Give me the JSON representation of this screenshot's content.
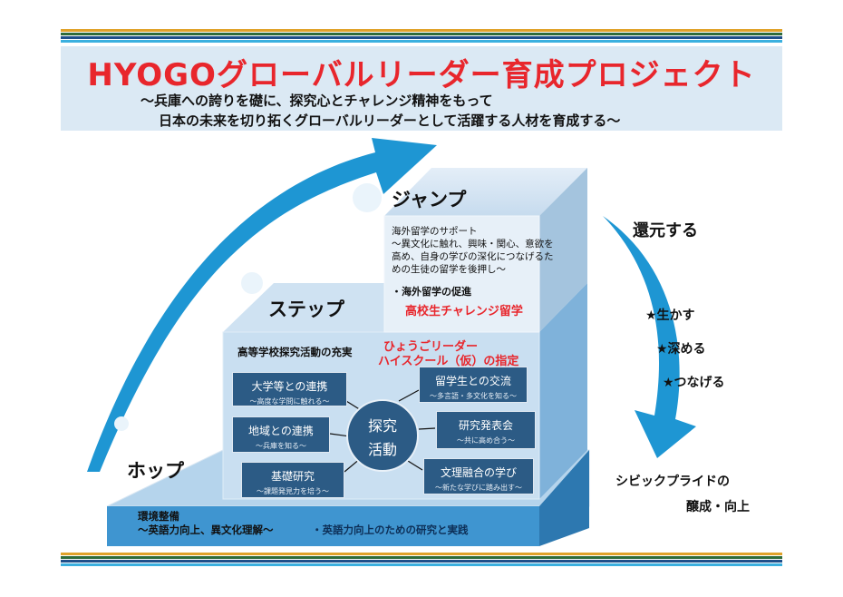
{
  "header": {
    "title": "HYOGOグローバルリーダー育成プロジェクト",
    "subtitle_line1": "～兵庫への誇りを礎に、探究心とチャレンジ精神をもって",
    "subtitle_line2": "日本の未来を切り拓くグローバルリーダーとして活躍する人材を育成する～"
  },
  "colors": {
    "stripes": [
      "#e0a22a",
      "#2e6b3a",
      "#1f4f8a",
      "#3bb0df"
    ],
    "title_red": "#e8262c",
    "box_navy": "#2c5b85",
    "arrow_blue": "#1e96d3"
  },
  "stages": {
    "hop": {
      "label": "ホップ",
      "text1": "環境整備",
      "text2": "～英語力向上、異文化理解～",
      "text3": "・英語力向上のための研究と実践"
    },
    "step": {
      "label": "ステップ",
      "heading": "高等学校探究活動の充実",
      "highlight1": "ひょうごリーダー",
      "highlight2": "ハイスクール（仮）の指定"
    },
    "jump": {
      "label": "ジャンプ",
      "lines": [
        "海外留学のサポート",
        "～異文化に触れ、興味・関心、意欲を",
        "高め、自身の学びの深化につなげるた",
        "めの生徒の留学を後押し～"
      ],
      "bullet": "・海外留学の促進",
      "highlight": "高校生チャレンジ留学"
    }
  },
  "center": {
    "line1": "探究",
    "line2": "活動"
  },
  "boxes": [
    {
      "title": "大学等との連携",
      "sub": "～高度な学問に触れる～"
    },
    {
      "title": "地域との連携",
      "sub": "～兵庫を知る～"
    },
    {
      "title": "基礎研究",
      "sub": "～課題発見力を培う～"
    },
    {
      "title": "留学生との交流",
      "sub": "～多言語・多文化を知る～"
    },
    {
      "title": "研究発表会",
      "sub": "～共に高め合う～"
    },
    {
      "title": "文理融合の学び",
      "sub": "～新たな学びに踏み出す～"
    }
  ],
  "return": {
    "title": "還元する",
    "items": [
      "★生かす",
      "★深める",
      "★つなげる"
    ],
    "result1": "シビックプライドの",
    "result2": "醸成・向上"
  }
}
